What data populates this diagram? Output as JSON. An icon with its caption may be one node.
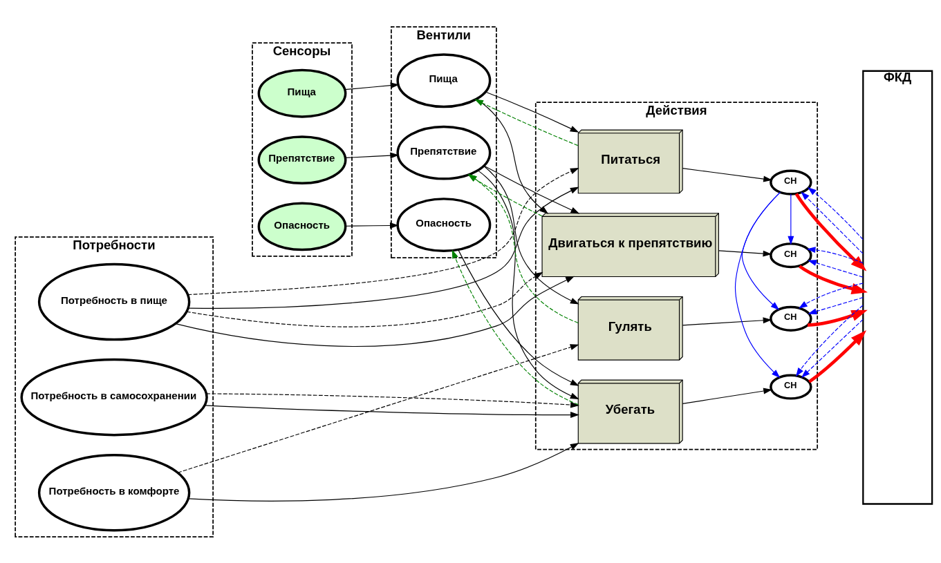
{
  "diagram": {
    "nodes": [
      {
        "text": [
          "Потребности"
        ]
      },
      {
        "text": [
          "Сенсоры"
        ]
      },
      {
        "text": [
          "Вентили"
        ]
      },
      {
        "text": [
          "Действия"
        ]
      },
      {
        "text": [
          "ФКД"
        ]
      },
      {
        "text": [
          "Потребность в пище"
        ],
        "in": 0
      },
      {
        "text": [
          "Потребность в самосохранении"
        ],
        "in": 0
      },
      {
        "text": [
          "Потребность в комфорте"
        ],
        "in": 0
      },
      {
        "text": [
          "Пища"
        ],
        "in": 1
      },
      {
        "text": [
          "Препятствие"
        ],
        "in": 1
      },
      {
        "text": [
          "Опасность"
        ],
        "in": 1
      },
      {
        "text": [
          "Пища"
        ],
        "in": 2
      },
      {
        "text": [
          "Препятствие"
        ],
        "in": 2
      },
      {
        "text": [
          "Опасность"
        ],
        "in": 2
      },
      {
        "text": [
          "Питаться"
        ],
        "in": 3
      },
      {
        "text": [
          "Двигаться к препятствию"
        ],
        "in": 3
      },
      {
        "text": [
          "Гулять"
        ],
        "in": 3
      },
      {
        "text": [
          "Убегать"
        ],
        "in": 3
      },
      {
        "text": [
          "СН"
        ],
        "in": 3
      },
      {
        "text": [
          "СН"
        ],
        "in": 3
      },
      {
        "text": [
          "СН"
        ],
        "in": 3
      },
      {
        "text": [
          "СН"
        ],
        "in": 3
      }
    ],
    "edges": [
      {
        "from": 5,
        "to": 14,
        "arrow": "to"
      },
      {
        "from": 5,
        "to": 15,
        "arrow": "to"
      },
      {
        "from": 5,
        "to": 14,
        "arrow": "to",
        "style": "dashed"
      },
      {
        "from": 5,
        "to": 15,
        "arrow": "to",
        "style": "dashed"
      },
      {
        "from": 6,
        "to": 17,
        "arrow": "to"
      },
      {
        "from": 6,
        "to": 17,
        "arrow": "to",
        "style": "dashed"
      },
      {
        "from": 7,
        "to": 16,
        "arrow": "to",
        "style": "dashed"
      },
      {
        "from": 7,
        "to": 17,
        "arrow": "to"
      },
      {
        "from": 8,
        "to": 11,
        "arrow": "to"
      },
      {
        "from": 9,
        "to": 12,
        "arrow": "to"
      },
      {
        "from": 10,
        "to": 13,
        "arrow": "to"
      },
      {
        "from": 11,
        "to": 14,
        "arrow": "to"
      },
      {
        "from": 11,
        "to": 15,
        "arrow": "to"
      },
      {
        "from": 12,
        "to": 15,
        "arrow": "to"
      },
      {
        "from": 12,
        "to": 16,
        "arrow": "to"
      },
      {
        "from": 12,
        "to": 17,
        "arrow": "to"
      },
      {
        "from": 13,
        "to": 17,
        "arrow": "to"
      },
      {
        "from": 14,
        "to": 18,
        "arrow": "to"
      },
      {
        "from": 15,
        "to": 19,
        "arrow": "to"
      },
      {
        "from": 16,
        "to": 20,
        "arrow": "to"
      },
      {
        "from": 17,
        "to": 21,
        "arrow": "to"
      },
      {
        "from": 18,
        "to": 4,
        "arrow": "to",
        "style": "thick",
        "color": "#ff0000"
      },
      {
        "from": 19,
        "to": 4,
        "arrow": "to",
        "style": "thick",
        "color": "#ff0000"
      },
      {
        "from": 20,
        "to": 4,
        "arrow": "to",
        "style": "thick",
        "color": "#ff0000"
      },
      {
        "from": 21,
        "to": 4,
        "arrow": "to",
        "style": "thick",
        "color": "#ff0000"
      },
      {
        "from": 18,
        "to": 19,
        "arrow": "to",
        "color": "#0000ff"
      },
      {
        "from": 18,
        "to": 20,
        "arrow": "to",
        "color": "#0000ff"
      },
      {
        "from": 18,
        "to": 21,
        "arrow": "to",
        "color": "#0000ff"
      },
      {
        "from": 4,
        "to": 18,
        "arrow": "to",
        "style": "dashed",
        "color": "#0000ff"
      },
      {
        "from": 4,
        "to": 18,
        "arrow": "to",
        "style": "dashed",
        "color": "#0000ff"
      },
      {
        "from": 4,
        "to": 19,
        "arrow": "to",
        "style": "dashed",
        "color": "#0000ff"
      },
      {
        "from": 4,
        "to": 19,
        "arrow": "to",
        "style": "dashed",
        "color": "#0000ff"
      },
      {
        "from": 4,
        "to": 20,
        "arrow": "to",
        "style": "dashed",
        "color": "#0000ff"
      },
      {
        "from": 4,
        "to": 20,
        "arrow": "to",
        "style": "dashed",
        "color": "#0000ff"
      },
      {
        "from": 4,
        "to": 21,
        "arrow": "to",
        "style": "dashed",
        "color": "#0000ff"
      },
      {
        "from": 4,
        "to": 21,
        "arrow": "to",
        "style": "dashed",
        "color": "#0000ff"
      },
      {
        "from": 14,
        "to": 11,
        "arrow": "to",
        "style": "dashed",
        "color": "#008000"
      },
      {
        "from": 15,
        "to": 12,
        "arrow": "to",
        "style": "dashed",
        "color": "#008000"
      },
      {
        "from": 16,
        "to": 12,
        "arrow": "to",
        "style": "dashed",
        "color": "#008000"
      },
      {
        "from": 17,
        "to": 13,
        "arrow": "to",
        "style": "dashed",
        "color": "#008000"
      }
    ]
  }
}
